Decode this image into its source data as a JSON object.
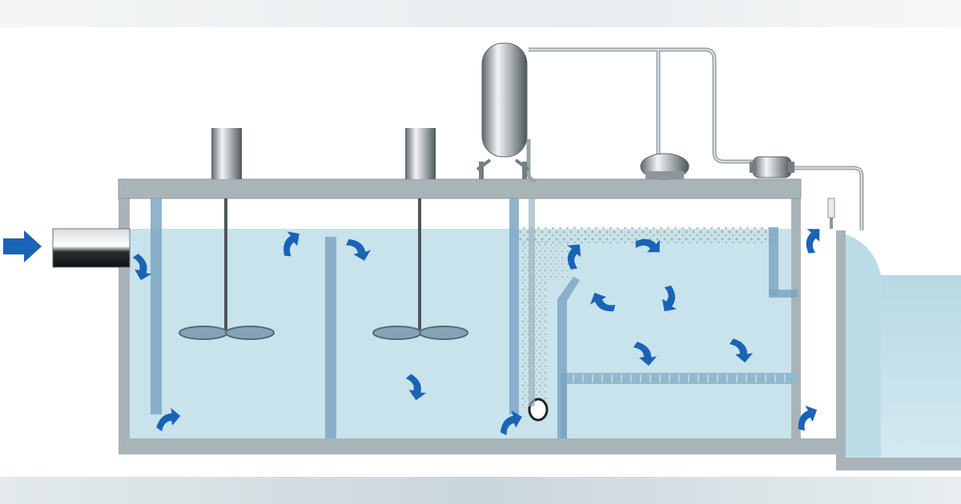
{
  "diagram": {
    "type": "wastewater-treatment-process-schematic",
    "compartments": [
      "inlet-baffle",
      "mixing-tank-1",
      "mixing-tank-2",
      "flotation-contact-zone",
      "flotation-separation-zone",
      "clarified-outlet"
    ],
    "mixers": 2,
    "equipment": [
      "pressure-vessel",
      "recycle-pump",
      "air-valve",
      "pipework"
    ],
    "icons": {
      "flow": "flow-arrow-icon",
      "mixer": "mixer-motor-icon",
      "vessel": "pressure-vessel-icon",
      "pump": "pump-icon"
    },
    "colors": {
      "water": "#c8e3ec",
      "water_dark": "#a7cedd",
      "tank_wall": "#a9b4b8",
      "baffle": "#7ea6c4",
      "flow_arrow": "#1b63b5",
      "metal": "#8f969a",
      "bubbles": "#b9b29a"
    }
  }
}
